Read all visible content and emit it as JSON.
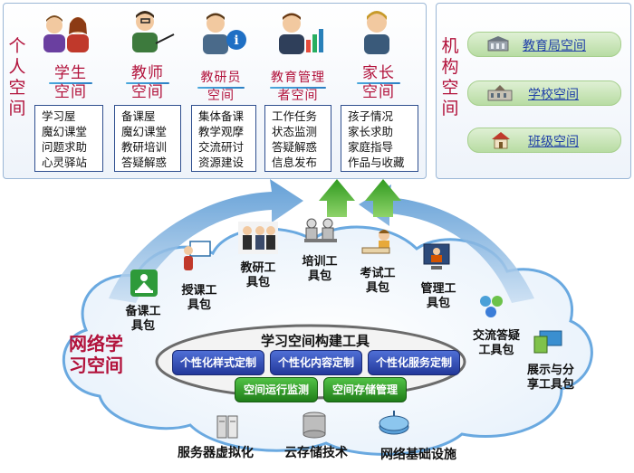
{
  "personal": {
    "title_chars": [
      "个",
      "人",
      "空",
      "间"
    ],
    "roles": [
      {
        "name_line1": "学生",
        "name_line2": "空间",
        "items": [
          "学习屋",
          "魔幻课堂",
          "问题求助",
          "心灵驿站"
        ]
      },
      {
        "name_line1": "教师",
        "name_line2": "空间",
        "items": [
          "备课屋",
          "魔幻课堂",
          "教研培训",
          "答疑解惑"
        ]
      },
      {
        "name_line1": "教研员",
        "name_line2": "空间",
        "items": [
          "集体备课",
          "教学观摩",
          "交流研讨",
          "资源建设"
        ]
      },
      {
        "name_line1": "教育管理",
        "name_line2": "者空间",
        "items": [
          "工作任务",
          "状态监测",
          "答疑解惑",
          "信息发布"
        ]
      },
      {
        "name_line1": "家长",
        "name_line2": "空间",
        "items": [
          "孩子情况",
          "家长求助",
          "家庭指导",
          "作品与收藏"
        ]
      }
    ]
  },
  "institution": {
    "title_chars": [
      "机",
      "构",
      "空",
      "间"
    ],
    "links": [
      "教育局空间",
      "学校空间",
      "班级空间"
    ]
  },
  "network": {
    "title_line1": "网络学",
    "title_line2": "习空间",
    "tools": [
      {
        "line1": "备课工",
        "line2": "具包"
      },
      {
        "line1": "授课工",
        "line2": "具包"
      },
      {
        "line1": "教研工",
        "line2": "具包"
      },
      {
        "line1": "培训工",
        "line2": "具包"
      },
      {
        "line1": "考试工",
        "line2": "具包"
      },
      {
        "line1": "管理工",
        "line2": "具包"
      },
      {
        "line1": "交流答疑",
        "line2": "工具包"
      },
      {
        "line1": "展示与分",
        "line2": "享工具包"
      }
    ],
    "construction": {
      "title": "学习空间构建工具",
      "buttons": [
        "个性化样式定制",
        "个性化内容定制",
        "个性化服务定制"
      ],
      "green_buttons": [
        "空间运行监测",
        "空间存储管理"
      ]
    },
    "infrastructure": [
      "服务器虚拟化",
      "云存储技术",
      "网络基础设施"
    ]
  },
  "colors": {
    "accent_red": "#b2123b",
    "link_blue": "#1f3fa8",
    "button_blue": "#2b3fa8",
    "button_green": "#2e8f24"
  }
}
